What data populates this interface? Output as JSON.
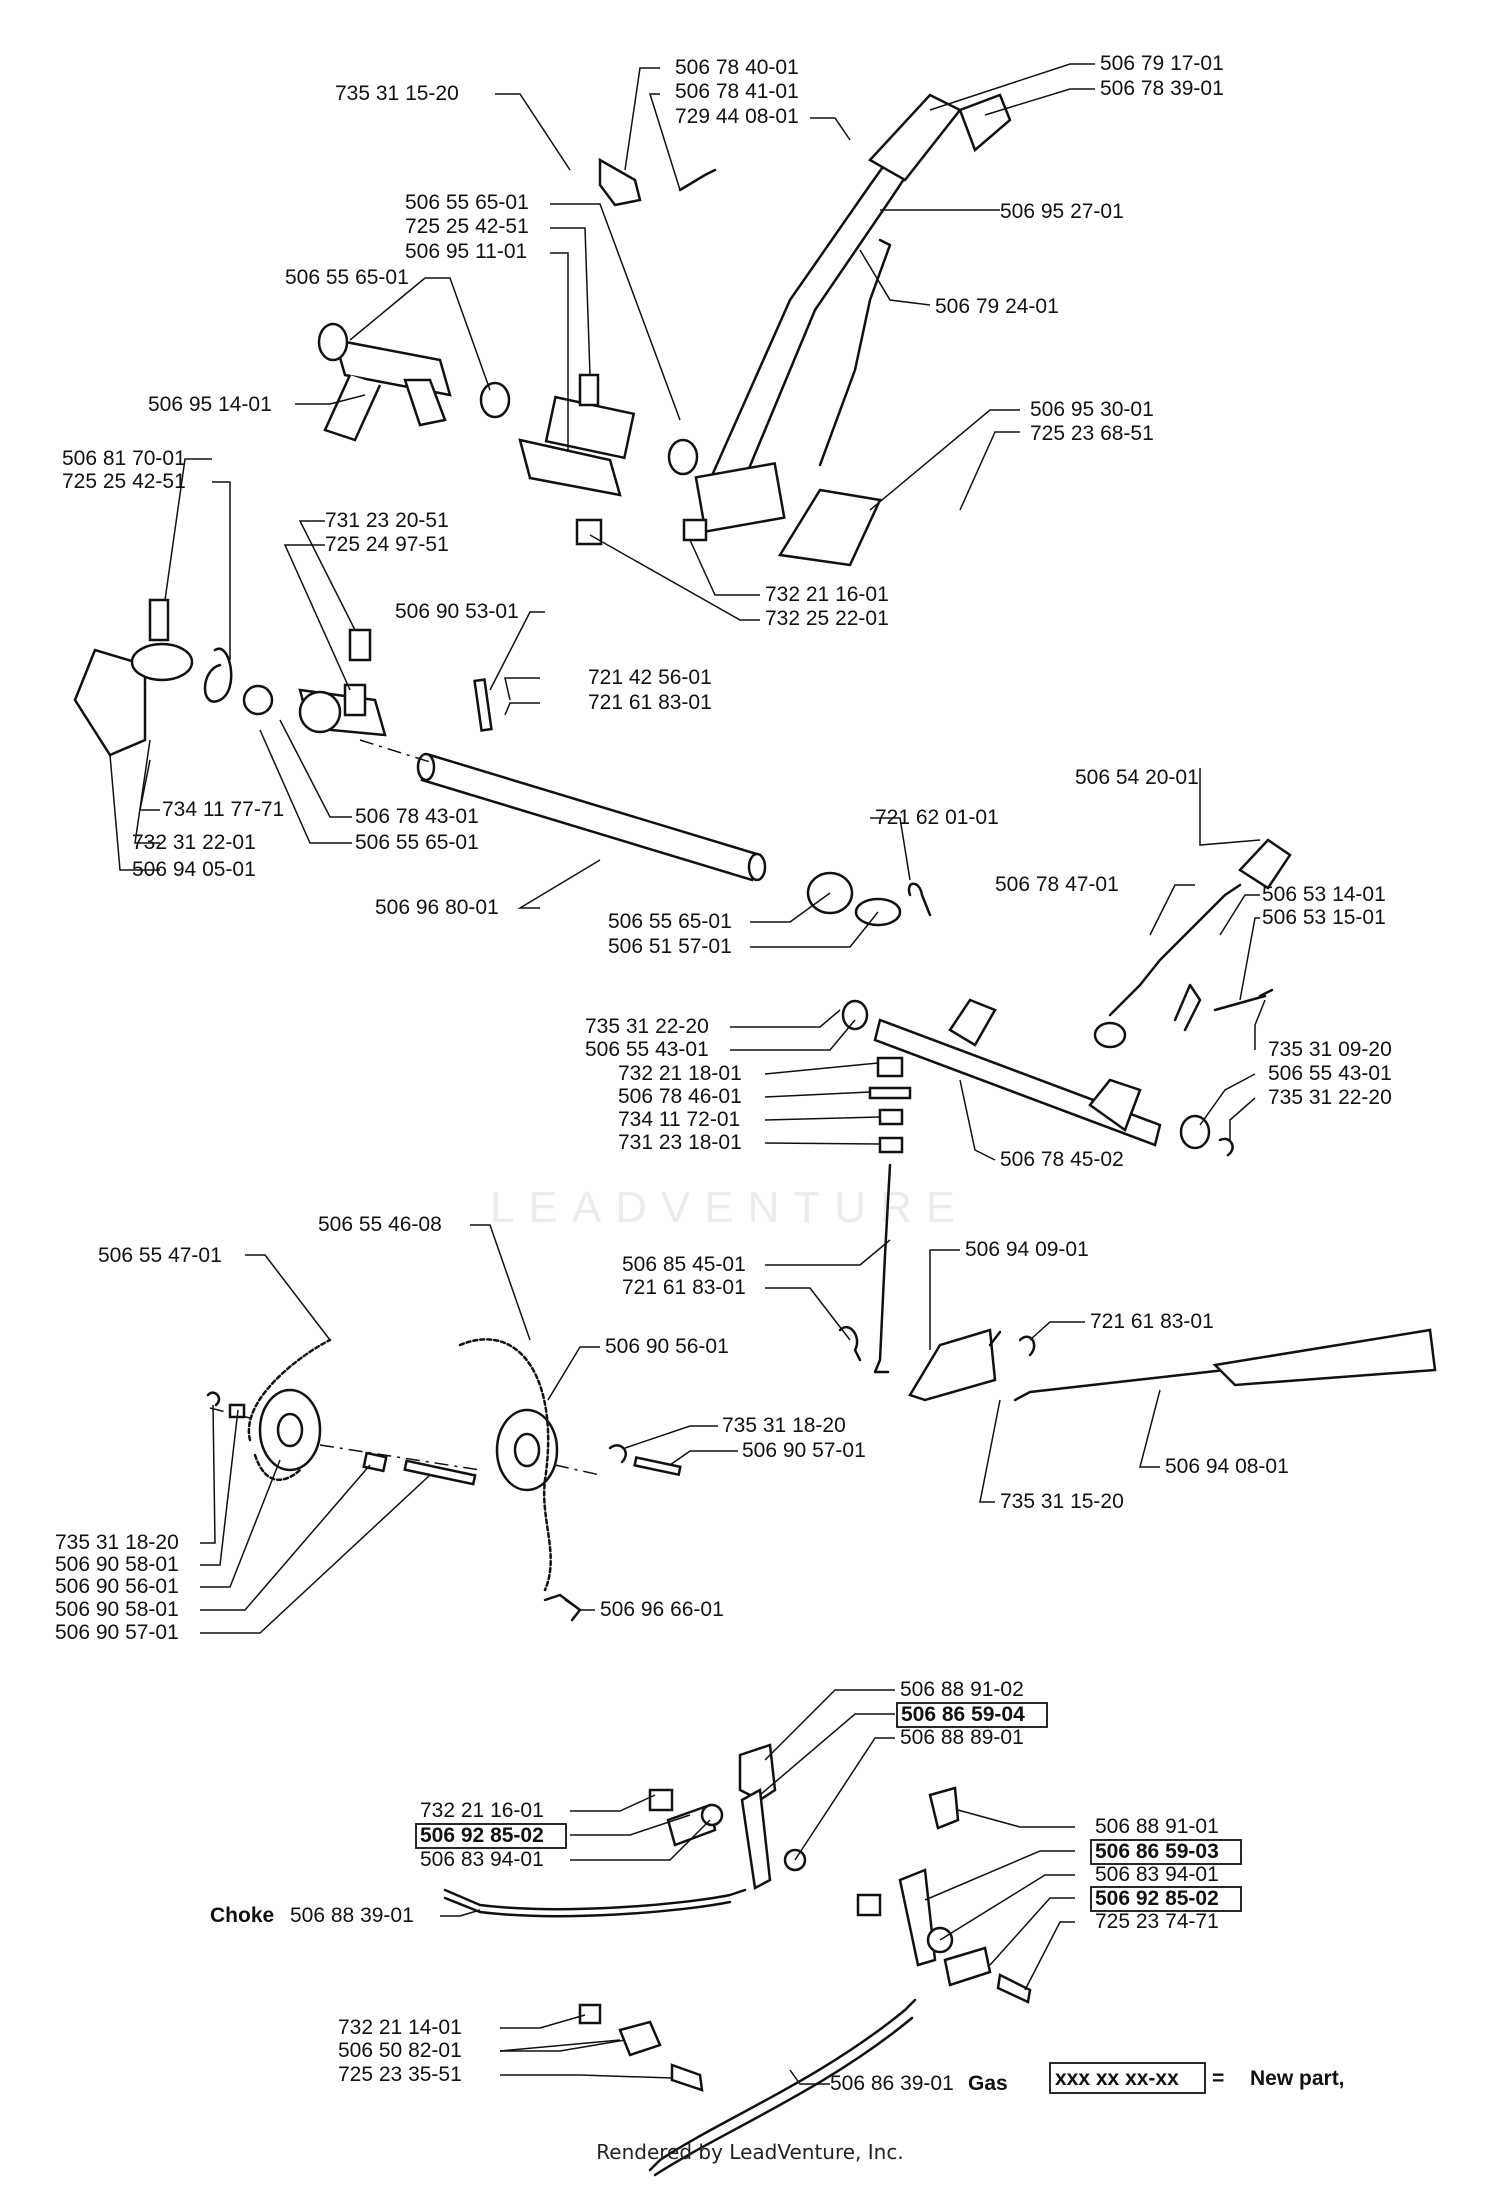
{
  "labels": {
    "l735_31_15_20_a": "735 31 15-20",
    "l506_78_40_01": "506 78 40-01",
    "l506_78_41_01": "506 78 41-01",
    "l729_44_08_01": "729 44 08-01",
    "l506_79_17_01": "506 79 17-01",
    "l506_78_39_01": "506 78 39-01",
    "l506_55_65_01_a": "506 55 65-01",
    "l725_25_42_51_a": "725 25 42-51",
    "l506_95_11_01": "506 95 11-01",
    "l506_95_27_01": "506 95 27-01",
    "l506_55_65_01_b": "506 55 65-01",
    "l506_79_24_01": "506 79 24-01",
    "l506_95_14_01": "506 95 14-01",
    "l506_95_30_01": "506 95 30-01",
    "l725_23_68_51": "725 23 68-51",
    "l506_81_70_01": "506 81 70-01",
    "l725_25_42_51_b": "725 25 42-51",
    "l731_23_20_51": "731 23 20-51",
    "l725_24_97_51": "725 24 97-51",
    "l732_21_16_01_a": "732 21 16-01",
    "l732_25_22_01": "732 25 22-01",
    "l506_90_53_01": "506 90 53-01",
    "l721_42_56_01": "721 42 56-01",
    "l721_61_83_01_a": "721 61 83-01",
    "l734_11_77_71": "734 11 77-71",
    "l506_78_43_01": "506 78 43-01",
    "l732_31_22_01": "732 31 22-01",
    "l506_55_65_01_c": "506 55 65-01",
    "l506_94_05_01": "506 94 05-01",
    "l506_96_80_01": "506 96 80-01",
    "l721_62_01_01": "721 62 01-01",
    "l506_54_20_01": "506 54 20-01",
    "l506_78_47_01": "506 78 47-01",
    "l506_53_14_01": "506 53 14-01",
    "l506_53_15_01": "506 53 15-01",
    "l506_55_65_01_d": "506 55 65-01",
    "l506_51_57_01": "506 51 57-01",
    "l735_31_22_20_a": "735 31 22-20",
    "l506_55_43_01_a": "506 55 43-01",
    "l735_31_09_20": "735 31 09-20",
    "l506_55_43_01_b": "506 55 43-01",
    "l735_31_22_20_b": "735 31 22-20",
    "l732_21_18_01": "732 21 18-01",
    "l506_78_46_01": "506 78 46-01",
    "l734_11_72_01": "734 11 72-01",
    "l731_23_18_01": "731 23 18-01",
    "l506_78_45_02": "506 78 45-02",
    "l506_55_46_08": "506 55 46-08",
    "l506_55_47_01": "506 55 47-01",
    "l506_85_45_01": "506 85 45-01",
    "l721_61_83_01_b": "721 61 83-01",
    "l506_94_09_01": "506 94 09-01",
    "l721_61_83_01_c": "721 61 83-01",
    "l506_90_56_01_a": "506 90 56-01",
    "l735_31_18_20_a": "735 31 18-20",
    "l506_90_57_01_a": "506 90 57-01",
    "l506_94_08_01": "506 94 08-01",
    "l735_31_15_20_b": "735 31 15-20",
    "l735_31_18_20_b": "735 31 18-20",
    "l506_90_58_01_a": "506 90 58-01",
    "l506_90_56_01_b": "506 90 56-01",
    "l506_90_58_01_b": "506 90 58-01",
    "l506_90_57_01_b": "506 90 57-01",
    "l506_96_66_01": "506 96 66-01",
    "l506_88_91_02": "506 88 91-02",
    "l506_86_59_04": "506 86 59-04",
    "l506_88_89_01": "506 88 89-01",
    "l732_21_16_01_b": "732 21 16-01",
    "l506_92_85_02_a": "506 92 85-02",
    "l506_83_94_01_a": "506 83 94-01",
    "l506_88_91_01": "506 88 91-01",
    "l506_86_59_03": "506 86 59-03",
    "l506_83_94_01_b": "506 83 94-01",
    "l506_92_85_02_b": "506 92 85-02",
    "l725_23_74_71": "725 23 74-71",
    "choke_word": "Choke",
    "l506_88_39_01": "506 88 39-01",
    "l732_21_14_01": "732 21 14-01",
    "l506_50_82_01": "506 50 82-01",
    "l725_23_35_51": "725 23 35-51",
    "l506_86_39_01": "506 86 39-01",
    "gas_word": "Gas"
  },
  "legend": {
    "sample": "xxx xx xx-xx",
    "equals": "=",
    "text": "New part,"
  },
  "watermark": "LEADVENTURE",
  "footer": "Rendered by LeadVenture, Inc."
}
